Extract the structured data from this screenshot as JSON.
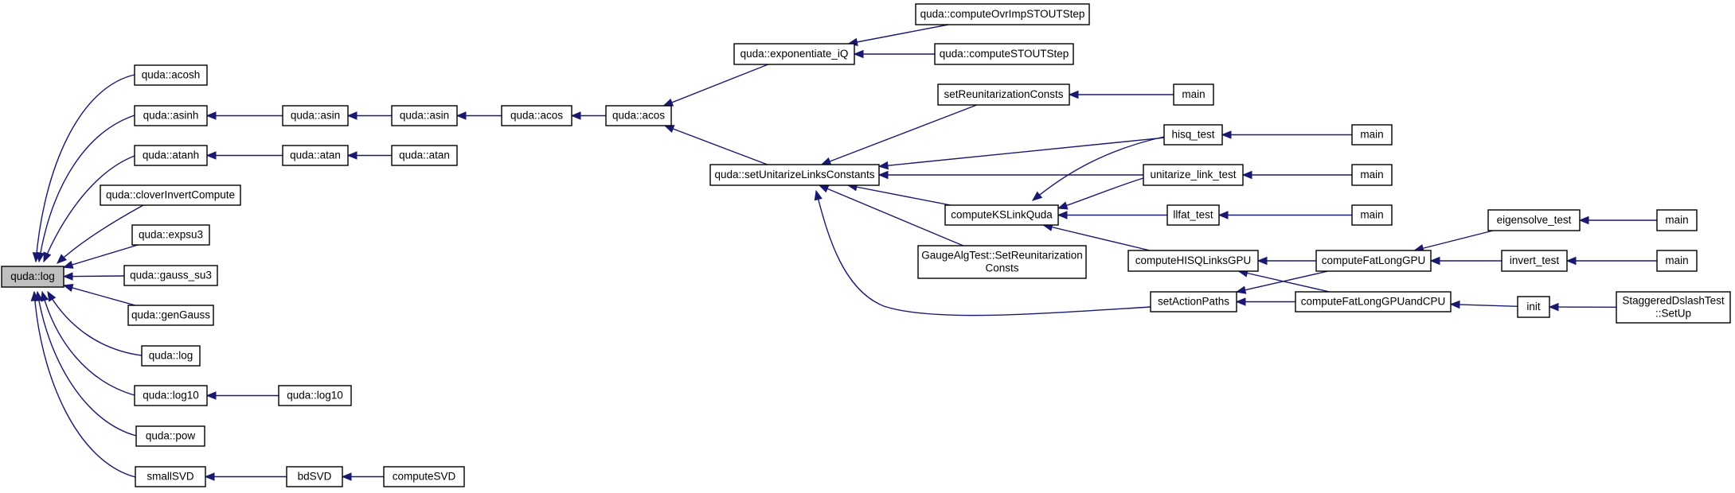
{
  "graph": {
    "edge_color": "#191970",
    "root_color": "#bfbfbf",
    "nodes": [
      {
        "id": "n_log_root",
        "lines": [
          "quda::log"
        ],
        "root": true
      },
      {
        "id": "n_acosh",
        "lines": [
          "quda::acosh"
        ]
      },
      {
        "id": "n_asinh",
        "lines": [
          "quda::asinh"
        ]
      },
      {
        "id": "n_atanh",
        "lines": [
          "quda::atanh"
        ]
      },
      {
        "id": "n_clover",
        "lines": [
          "quda::cloverInvertCompute"
        ]
      },
      {
        "id": "n_expsu3",
        "lines": [
          "quda::expsu3"
        ]
      },
      {
        "id": "n_gausssu3",
        "lines": [
          "quda::gauss_su3"
        ]
      },
      {
        "id": "n_gengauss",
        "lines": [
          "quda::genGauss"
        ]
      },
      {
        "id": "n_log2",
        "lines": [
          "quda::log"
        ]
      },
      {
        "id": "n_log10",
        "lines": [
          "quda::log10"
        ]
      },
      {
        "id": "n_pow",
        "lines": [
          "quda::pow"
        ]
      },
      {
        "id": "n_smallsvd",
        "lines": [
          "smallSVD"
        ]
      },
      {
        "id": "n_asin1",
        "lines": [
          "quda::asin"
        ]
      },
      {
        "id": "n_atan1",
        "lines": [
          "quda::atan"
        ]
      },
      {
        "id": "n_log10b",
        "lines": [
          "quda::log10"
        ]
      },
      {
        "id": "n_bdsvd",
        "lines": [
          "bdSVD"
        ]
      },
      {
        "id": "n_asin2",
        "lines": [
          "quda::asin"
        ]
      },
      {
        "id": "n_atan2",
        "lines": [
          "quda::atan"
        ]
      },
      {
        "id": "n_computesvd",
        "lines": [
          "computeSVD"
        ]
      },
      {
        "id": "n_acos1",
        "lines": [
          "quda::acos"
        ]
      },
      {
        "id": "n_acos2",
        "lines": [
          "quda::acos"
        ]
      },
      {
        "id": "n_expiq",
        "lines": [
          "quda::exponentiate_iQ"
        ]
      },
      {
        "id": "n_setunit",
        "lines": [
          "quda::setUnitarizeLinksConstants"
        ]
      },
      {
        "id": "n_ovrimp",
        "lines": [
          "quda::computeOvrImpSTOUTStep"
        ]
      },
      {
        "id": "n_stout",
        "lines": [
          "quda::computeSTOUTStep"
        ]
      },
      {
        "id": "n_setreunit",
        "lines": [
          "setReunitarizationConsts"
        ]
      },
      {
        "id": "n_main1",
        "lines": [
          "main"
        ]
      },
      {
        "id": "n_hisq",
        "lines": [
          "hisq_test"
        ]
      },
      {
        "id": "n_unitlink",
        "lines": [
          "unitarize_link_test"
        ]
      },
      {
        "id": "n_llfat",
        "lines": [
          "llfat_test"
        ]
      },
      {
        "id": "n_main2",
        "lines": [
          "main"
        ]
      },
      {
        "id": "n_main3",
        "lines": [
          "main"
        ]
      },
      {
        "id": "n_main4",
        "lines": [
          "main"
        ]
      },
      {
        "id": "n_ksl",
        "lines": [
          "computeKSLinkQuda"
        ]
      },
      {
        "id": "n_gauge",
        "lines": [
          "GaugeAlgTest::SetReunitarization",
          "Consts"
        ]
      },
      {
        "id": "n_hisqgpu",
        "lines": [
          "computeHISQLinksGPU"
        ]
      },
      {
        "id": "n_setaction",
        "lines": [
          "setActionPaths"
        ]
      },
      {
        "id": "n_fatgpu",
        "lines": [
          "computeFatLongGPU"
        ]
      },
      {
        "id": "n_fatgpucpu",
        "lines": [
          "computeFatLongGPUandCPU"
        ]
      },
      {
        "id": "n_eigen",
        "lines": [
          "eigensolve_test"
        ]
      },
      {
        "id": "n_invert",
        "lines": [
          "invert_test"
        ]
      },
      {
        "id": "n_init",
        "lines": [
          "init"
        ]
      },
      {
        "id": "n_main5",
        "lines": [
          "main"
        ]
      },
      {
        "id": "n_main6",
        "lines": [
          "main"
        ]
      },
      {
        "id": "n_stagg",
        "lines": [
          "StaggeredDslashTest",
          "::SetUp"
        ]
      }
    ],
    "edges": [
      {
        "from": "n_acosh",
        "to": "n_log_root"
      },
      {
        "from": "n_asinh",
        "to": "n_log_root"
      },
      {
        "from": "n_atanh",
        "to": "n_log_root"
      },
      {
        "from": "n_clover",
        "to": "n_log_root"
      },
      {
        "from": "n_expsu3",
        "to": "n_log_root"
      },
      {
        "from": "n_gausssu3",
        "to": "n_log_root"
      },
      {
        "from": "n_gengauss",
        "to": "n_log_root"
      },
      {
        "from": "n_log2",
        "to": "n_log_root"
      },
      {
        "from": "n_log10",
        "to": "n_log_root"
      },
      {
        "from": "n_pow",
        "to": "n_log_root"
      },
      {
        "from": "n_smallsvd",
        "to": "n_log_root"
      },
      {
        "from": "n_asin1",
        "to": "n_asinh"
      },
      {
        "from": "n_asin2",
        "to": "n_asin1"
      },
      {
        "from": "n_acos1",
        "to": "n_asin2"
      },
      {
        "from": "n_acos2",
        "to": "n_acos1"
      },
      {
        "from": "n_expiq",
        "to": "n_acos2"
      },
      {
        "from": "n_setunit",
        "to": "n_acos2"
      },
      {
        "from": "n_ovrimp",
        "to": "n_expiq"
      },
      {
        "from": "n_stout",
        "to": "n_expiq"
      },
      {
        "from": "n_atan1",
        "to": "n_atanh"
      },
      {
        "from": "n_atan2",
        "to": "n_atan1"
      },
      {
        "from": "n_log10b",
        "to": "n_log10"
      },
      {
        "from": "n_bdsvd",
        "to": "n_smallsvd"
      },
      {
        "from": "n_computesvd",
        "to": "n_bdsvd"
      },
      {
        "from": "n_setreunit",
        "to": "n_setunit"
      },
      {
        "from": "n_hisq",
        "to": "n_setunit"
      },
      {
        "from": "n_unitlink",
        "to": "n_setunit"
      },
      {
        "from": "n_ksl",
        "to": "n_setunit"
      },
      {
        "from": "n_gauge",
        "to": "n_setunit"
      },
      {
        "from": "n_setaction",
        "to": "n_setunit"
      },
      {
        "from": "n_main1",
        "to": "n_setreunit"
      },
      {
        "from": "n_main2",
        "to": "n_hisq"
      },
      {
        "from": "n_main3",
        "to": "n_unitlink"
      },
      {
        "from": "n_main4",
        "to": "n_llfat"
      },
      {
        "from": "n_hisq",
        "to": "n_ksl"
      },
      {
        "from": "n_unitlink",
        "to": "n_ksl"
      },
      {
        "from": "n_llfat",
        "to": "n_ksl"
      },
      {
        "from": "n_hisqgpu",
        "to": "n_ksl"
      },
      {
        "from": "n_fatgpu",
        "to": "n_hisqgpu"
      },
      {
        "from": "n_fatgpucpu",
        "to": "n_hisqgpu"
      },
      {
        "from": "n_fatgpu",
        "to": "n_setaction"
      },
      {
        "from": "n_fatgpucpu",
        "to": "n_setaction"
      },
      {
        "from": "n_eigen",
        "to": "n_fatgpu"
      },
      {
        "from": "n_invert",
        "to": "n_fatgpu"
      },
      {
        "from": "n_init",
        "to": "n_fatgpucpu"
      },
      {
        "from": "n_main5",
        "to": "n_eigen"
      },
      {
        "from": "n_main6",
        "to": "n_invert"
      },
      {
        "from": "n_stagg",
        "to": "n_init"
      }
    ]
  }
}
